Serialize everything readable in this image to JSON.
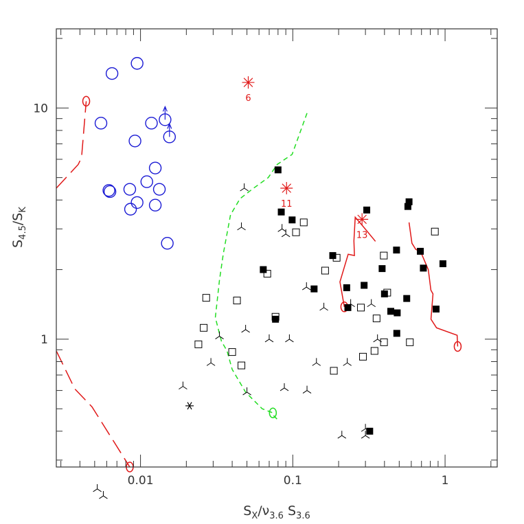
{
  "chart_data": {
    "type": "scatter",
    "xscale": "log",
    "yscale": "log",
    "xlim": [
      0.0028,
      2.2
    ],
    "ylim": [
      0.28,
      22
    ],
    "xlabel": {
      "main": "S",
      "sub1": "X",
      "mid1": "/ν",
      "sub2": "3.6",
      "mid2": " S",
      "sub3": "3.6"
    },
    "ylabel": {
      "main": "S",
      "sub1": "4.5",
      "mid1": "/S",
      "sub2": "K"
    },
    "x_ticklabels": [
      {
        "v": 0.01,
        "label": "0.01"
      },
      {
        "v": 0.1,
        "label": "0.1"
      },
      {
        "v": 1,
        "label": "1"
      }
    ],
    "y_ticklabels": [
      {
        "v": 1,
        "label": "1"
      },
      {
        "v": 10,
        "label": "10"
      }
    ],
    "colors": {
      "blue": "#1a1ad4",
      "red": "#e01818",
      "green": "#22dd22",
      "black": "#000000"
    },
    "series": [
      {
        "marker": "open-circle",
        "color": "blue",
        "points": [
          [
            0.0095,
            15.6
          ],
          [
            0.0065,
            14.1
          ],
          [
            0.0055,
            8.6
          ],
          [
            0.0092,
            7.2
          ],
          [
            0.0118,
            8.6
          ],
          [
            0.0145,
            8.9
          ],
          [
            0.0155,
            7.5
          ],
          [
            0.0125,
            5.5
          ],
          [
            0.011,
            4.8
          ],
          [
            0.0133,
            4.45
          ],
          [
            0.0062,
            4.4
          ],
          [
            0.0063,
            4.35
          ],
          [
            0.0085,
            4.45
          ],
          [
            0.0095,
            3.9
          ],
          [
            0.0086,
            3.65
          ],
          [
            0.0125,
            3.8
          ],
          [
            0.015,
            2.6
          ]
        ]
      },
      {
        "marker": "upper-limit-arrow",
        "color": "blue",
        "points": [
          [
            0.0145,
            8.9
          ],
          [
            0.0155,
            7.5
          ]
        ]
      },
      {
        "marker": "filled-square",
        "color": "black",
        "points": [
          [
            0.08,
            5.4
          ],
          [
            0.084,
            3.55
          ],
          [
            0.099,
            3.28
          ],
          [
            0.306,
            3.62
          ],
          [
            0.57,
            3.75
          ],
          [
            0.58,
            3.93
          ],
          [
            0.688,
            2.4
          ],
          [
            0.72,
            2.03
          ],
          [
            0.968,
            2.12
          ],
          [
            0.48,
            2.43
          ],
          [
            0.183,
            2.3
          ],
          [
            0.064,
            2.0
          ],
          [
            0.386,
            2.02
          ],
          [
            0.138,
            1.65
          ],
          [
            0.226,
            1.67
          ],
          [
            0.294,
            1.71
          ],
          [
            0.4,
            1.57
          ],
          [
            0.56,
            1.5
          ],
          [
            0.23,
            1.37
          ],
          [
            0.44,
            1.32
          ],
          [
            0.485,
            1.3
          ],
          [
            0.873,
            1.35
          ],
          [
            0.077,
            1.22
          ],
          [
            0.482,
            1.06
          ],
          [
            0.32,
            0.4
          ]
        ]
      },
      {
        "marker": "open-square",
        "color": "black",
        "points": [
          [
            0.118,
            3.2
          ],
          [
            0.105,
            2.9
          ],
          [
            0.068,
            1.92
          ],
          [
            0.163,
            1.98
          ],
          [
            0.194,
            2.25
          ],
          [
            0.396,
            2.3
          ],
          [
            0.857,
            2.92
          ],
          [
            0.027,
            1.51
          ],
          [
            0.043,
            1.47
          ],
          [
            0.077,
            1.25
          ],
          [
            0.28,
            1.37
          ],
          [
            0.417,
            1.59
          ],
          [
            0.355,
            1.23
          ],
          [
            0.026,
            1.12
          ],
          [
            0.024,
            0.95
          ],
          [
            0.04,
            0.88
          ],
          [
            0.046,
            0.77
          ],
          [
            0.186,
            0.73
          ],
          [
            0.289,
            0.84
          ],
          [
            0.344,
            0.89
          ],
          [
            0.397,
            0.97
          ],
          [
            0.587,
            0.97
          ]
        ]
      },
      {
        "marker": "three-pointed",
        "color": "black",
        "points": [
          [
            0.048,
            4.5
          ],
          [
            0.046,
            3.05
          ],
          [
            0.085,
            3.0
          ],
          [
            0.09,
            2.85
          ],
          [
            0.123,
            1.68
          ],
          [
            0.16,
            1.37
          ],
          [
            0.24,
            1.42
          ],
          [
            0.328,
            1.42
          ],
          [
            0.033,
            1.03
          ],
          [
            0.049,
            1.1
          ],
          [
            0.07,
            1.0
          ],
          [
            0.095,
            1.0
          ],
          [
            0.143,
            0.79
          ],
          [
            0.228,
            0.79
          ],
          [
            0.36,
            1.0
          ],
          [
            0.019,
            0.625
          ],
          [
            0.029,
            0.79
          ],
          [
            0.05,
            0.59
          ],
          [
            0.088,
            0.615
          ],
          [
            0.124,
            0.6
          ],
          [
            0.21,
            0.383
          ],
          [
            0.3,
            0.383
          ],
          [
            0.3,
            0.41
          ],
          [
            0.0052,
            0.225
          ],
          [
            0.0057,
            0.21
          ]
        ]
      },
      {
        "marker": "six-pointed-star",
        "color": "black",
        "points": [
          [
            0.021,
            0.515
          ]
        ]
      },
      {
        "marker": "eight-pointed-star",
        "color": "red",
        "labels": true,
        "points": [
          [
            0.051,
            12.9,
            "6"
          ],
          [
            0.091,
            4.5,
            "11"
          ],
          [
            0.285,
            3.3,
            "13"
          ]
        ]
      }
    ],
    "curves": [
      {
        "color": "red",
        "style": "long-dash",
        "end_marker": "O",
        "points": [
          [
            0.0028,
            4.5
          ],
          [
            0.0039,
            5.7
          ],
          [
            0.0041,
            6.1
          ],
          [
            0.0044,
            10.7
          ]
        ]
      },
      {
        "color": "red",
        "style": "long-dash",
        "end_marker": "O",
        "points": [
          [
            0.0028,
            0.89
          ],
          [
            0.0037,
            0.61
          ],
          [
            0.0048,
            0.51
          ],
          [
            0.0085,
            0.28
          ]
        ]
      },
      {
        "color": "green",
        "style": "dashed",
        "end_marker": "Q",
        "points": [
          [
            0.124,
            9.5
          ],
          [
            0.099,
            6.3
          ],
          [
            0.079,
            5.7
          ],
          [
            0.069,
            5.0
          ],
          [
            0.054,
            4.45
          ],
          [
            0.045,
            4.05
          ],
          [
            0.039,
            3.45
          ],
          [
            0.035,
            2.35
          ],
          [
            0.033,
            1.8
          ],
          [
            0.031,
            1.24
          ],
          [
            0.034,
            0.98
          ],
          [
            0.037,
            0.89
          ],
          [
            0.04,
            0.74
          ],
          [
            0.049,
            0.59
          ],
          [
            0.063,
            0.5
          ],
          [
            0.074,
            0.48
          ]
        ]
      },
      {
        "color": "red",
        "style": "solid",
        "end_marker": "O",
        "points": [
          [
            0.349,
            2.65
          ],
          [
            0.29,
            3.07
          ],
          [
            0.257,
            3.37
          ],
          [
            0.252,
            2.66
          ],
          [
            0.254,
            2.3
          ],
          [
            0.231,
            2.33
          ],
          [
            0.204,
            1.77
          ],
          [
            0.218,
            1.38
          ]
        ]
      },
      {
        "color": "red",
        "style": "solid",
        "end_marker": "O",
        "points": [
          [
            0.58,
            3.2
          ],
          [
            0.606,
            2.6
          ],
          [
            0.641,
            2.45
          ],
          [
            0.693,
            2.38
          ],
          [
            0.776,
            2.0
          ],
          [
            0.807,
            1.63
          ],
          [
            0.833,
            1.57
          ],
          [
            0.808,
            1.22
          ],
          [
            0.879,
            1.12
          ],
          [
            1.2,
            1.04
          ],
          [
            1.21,
            0.93
          ]
        ]
      }
    ]
  }
}
